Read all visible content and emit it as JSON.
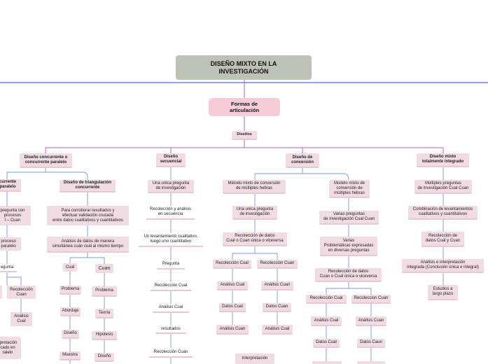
{
  "title": "DISEÑO MIXTO EN LA\nINVESTIGACIÓN",
  "formas": "Formas de\narticulación",
  "disenos": "Diseños",
  "colors": {
    "root_bg": "#bec2b6",
    "node_bg": "#f2dce3",
    "line_blue": "#6f8fd8",
    "line_purple": "#b55fc8"
  },
  "branches": {
    "concurrente": {
      "label": "Diseño concurrente o\nconcurrente paralelo",
      "sub_left": "currente\nparalelo",
      "left_items": [
        "pregunta con\nprocesos\nl – Cuan",
        "proceso\nparalelo",
        "egunta",
        "Recolección\nCuan",
        "Análisis\nCual",
        "rpretación\ncado en\nralelo"
      ],
      "triangulacion": {
        "label": "Diseño de triangulación\nconcurrente",
        "items": [
          "Para corroborar resultados y\nefectuar validación cruzada\nentre datos cualitativos y cuantitativos",
          "Análisis de datos de manera\nsimultánea cuán cuál al mismo tiempo"
        ],
        "cual": {
          "label": "Cual",
          "items": [
            "Problema",
            "Abordaje",
            "Diseño",
            "Muestra"
          ]
        },
        "cuan": {
          "label": "Cuan",
          "items": [
            "Problema",
            "Teoría",
            "Hipotesis",
            "Diseño"
          ]
        }
      }
    },
    "secuencial": {
      "label": "Diseño\nsecuencial",
      "items": [
        "Una unica pregunta\nde investigación",
        "Recolección y análisis\nen secuencia",
        "Un levantamiento cualitativo,\nluego uno cuantitativo",
        "Pregunta",
        "Recolección Cual",
        "Análisis Cual",
        "resultados",
        "Recolección Cuan"
      ]
    },
    "conversion": {
      "label": "Diseño de\nconversión",
      "metodo": {
        "label": "Método mixto de conversión\nde múltiples hebras",
        "items": [
          "Una unica pregunta\nde investigación",
          "Recolección de datos\nCual o Cuan única o viceversa"
        ],
        "left": [
          "Recolección Cual",
          "Análisis Cual",
          "Datos Cual",
          "Análisis Cuan"
        ],
        "right": [
          "Recolección Cuan",
          "Análisis Cuan",
          "Datos Cuan",
          "Análisis Cual"
        ],
        "interpretacion": "Interpretación"
      },
      "modelo": {
        "label": "Modelo mixto de\nconversión de\nmúltiples hebras",
        "items": [
          "Varias preguntas\nde investigación Cual Cuan",
          "Varias\nProblemáticas expresadas\nen diversas preguntas",
          "Recolección de datos\nCuan o Cual única o viceversa"
        ],
        "left": [
          "Recolección Cual",
          "Análisis Cual",
          "Datos Cual"
        ],
        "right": [
          "Recoleccion Cuan",
          "Análisis Cuan",
          "Datos Caun"
        ]
      }
    },
    "totalmente": {
      "label": "Diseño mixto\ntotalmente integrado",
      "items": [
        "Múltiples preguntas\nde investigación Cual Cuan",
        "Combinación de levantamientos\ncualitativos y cuantitativos",
        "Recolección de\ndatos Cual y Cuan",
        "Análisis e interpretación\nintegrada (Conclusión única e integral)",
        "Estudios a\nlargo plazo"
      ]
    }
  }
}
